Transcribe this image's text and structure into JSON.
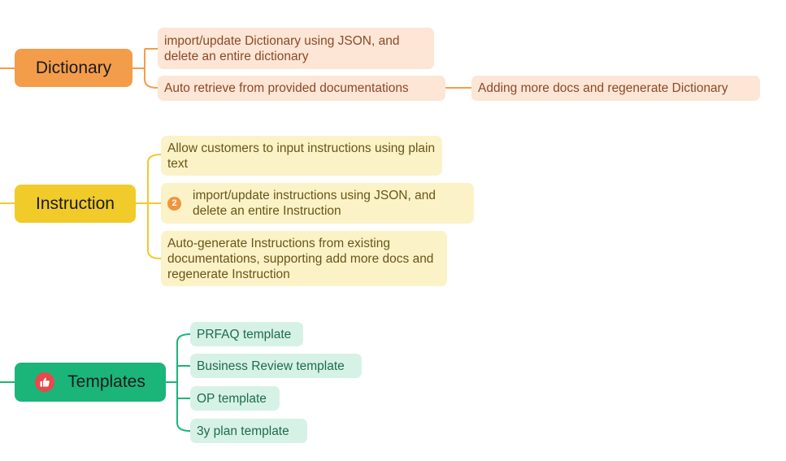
{
  "colors": {
    "dictionary": "#f39d4b",
    "instruction": "#f0cb2a",
    "templates": "#1bb57a"
  },
  "dictionary": {
    "label": "Dictionary",
    "children": [
      "import/update Dictionary using JSON, and delete an entire dictionary",
      "Auto retrieve from provided documentations"
    ],
    "sub_child": "Adding more docs and regenerate Dictionary"
  },
  "instruction": {
    "label": "Instruction",
    "children": [
      "Allow customers to input instructions using plain text",
      "import/update instructions using JSON, and delete an entire Instruction",
      "Auto-generate Instructions from existing documentations, supporting add more docs and regenerate Instruction"
    ],
    "badge": "2"
  },
  "templates": {
    "label": "Templates",
    "icon": "thumbs-up-icon",
    "children": [
      "PRFAQ template",
      "Business Review template",
      "OP template",
      "3y plan template"
    ]
  }
}
